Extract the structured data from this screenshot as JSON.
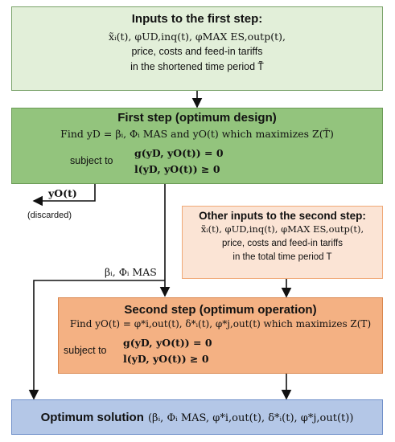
{
  "box1": {
    "title": "Inputs to the first step:",
    "line1": "x̃ᵢ(t), φUD,inq(t), φMAX ES,outp(t),",
    "line2": "price, costs and feed-in tariffs",
    "line3": "in the shortened time period T̃"
  },
  "box2": {
    "title": "First step (optimum design)",
    "find": "Find yD = βᵢ, Φᵢ MAS and yO(t) which maximizes Z(T̃)",
    "subject": "subject to",
    "eq1": "g(yD, yO(t)) = 0",
    "eq2": "l(yD, yO(t)) ≥ 0"
  },
  "discard": {
    "var": "yO(t)",
    "note": "(discarded)"
  },
  "box3": {
    "title": "Other inputs to the second step:",
    "line1": "x̃ᵢ(t), φUD,inq(t), φMAX ES,outp(t),",
    "line2": "price, costs and feed-in tariffs",
    "line3": "in the total time period T"
  },
  "side_label": "βᵢ, Φᵢ MAS",
  "box4": {
    "title": "Second step (optimum operation)",
    "find": "Find yO(t) = φ*i,out(t), δ*ᵢ(t), φ*j,out(t) which maximizes Z(T)",
    "subject": "subject to",
    "eq1": "g(yD, yO(t)) = 0",
    "eq2": "l(yD, yO(t)) ≥ 0"
  },
  "box5": {
    "title": "Optimum solution",
    "vars": "(βᵢ, Φᵢ MAS, φ*i,out(t), δ*ᵢ(t), φ*j,out(t))"
  }
}
